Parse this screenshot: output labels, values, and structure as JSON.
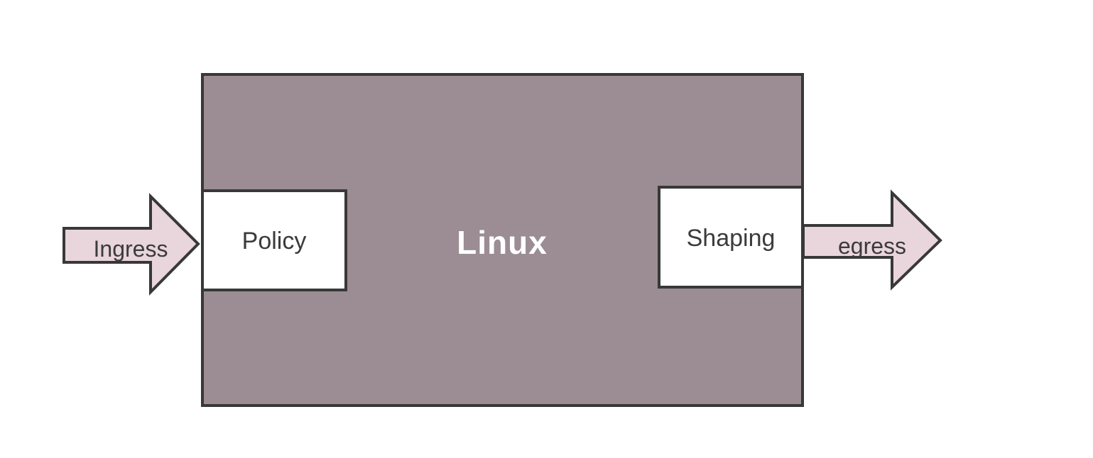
{
  "diagram": {
    "linux": {
      "label": "Linux"
    },
    "policy": {
      "label": "Policy"
    },
    "shaping": {
      "label": "Shaping"
    },
    "ingress": {
      "label": "Ingress"
    },
    "egress": {
      "label": "egress"
    }
  },
  "colors": {
    "background": "#ffffff",
    "linux_fill": "#9b8d93",
    "node_fill": "#ffffff",
    "arrow_fill": "#e9d5dc",
    "stroke": "#383838",
    "node_label": "#3b3b3b",
    "linux_label": "#ffffff"
  }
}
